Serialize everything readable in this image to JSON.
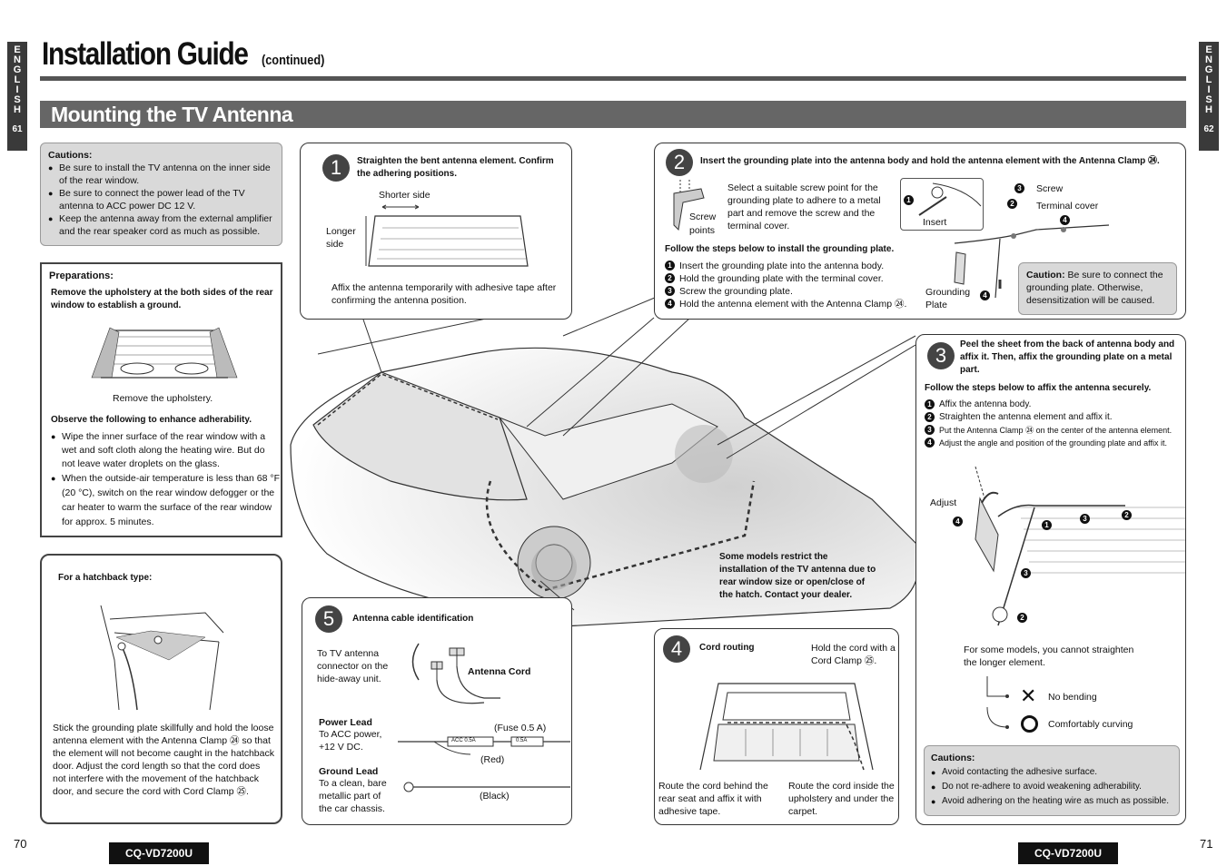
{
  "side_tab": {
    "lang_letters": "E N G L I S H",
    "left_page": "61",
    "right_page": "62"
  },
  "header": {
    "title": "Installation Guide",
    "continued": "(continued)"
  },
  "section": {
    "title": "Mounting the TV Antenna"
  },
  "cautions_left": {
    "heading": "Cautions:",
    "items": [
      "Be sure to install the TV antenna on the inner side of the rear window.",
      "Be sure to connect the power lead of the TV antenna to ACC power DC 12 V.",
      "Keep the antenna away from the external amplifier and the rear speaker cord as much as possible."
    ]
  },
  "preparations": {
    "heading": "Preparations:",
    "intro": "Remove the upholstery at the both sides of the rear window to establish a ground.",
    "figure_caption": "Remove the upholstery.",
    "observe_heading": "Observe the following to enhance adherability.",
    "items": [
      "Wipe the inner surface of the rear window with a wet and soft cloth along the heating wire. But do not leave water droplets on the glass.",
      "When the outside-air temperature is less than 68 °F (20 °C), switch on the rear window defogger or the car heater to warm the surface of the rear window for approx. 5 minutes."
    ]
  },
  "hatchback": {
    "heading": "For a hatchback type:",
    "text": "Stick the grounding plate skillfully and hold the loose antenna element with the Antenna Clamp ㉔ so that the element will not become caught in the hatchback door. Adjust the cord length so that the cord does not interfere with the movement of the hatchback door, and secure the cord with Cord Clamp ㉕."
  },
  "step1": {
    "number": "1",
    "heading": "Straighten the bent antenna element. Confirm the adhering positions.",
    "shorter_side": "Shorter side",
    "longer_side": "Longer side",
    "text": "Affix the antenna temporarily with adhesive tape after confirming the antenna position."
  },
  "step2": {
    "number": "2",
    "heading": "Insert the grounding plate into the antenna body and hold the antenna element with the Antenna Clamp ㉔.",
    "screw_points": "Screw points",
    "select_text": "Select a suitable screw point for the grounding plate to adhere to a metal part and remove the screw and the terminal cover.",
    "follow": "Follow the steps below to install the grounding plate.",
    "steps": [
      "Insert the grounding plate into the antenna body.",
      "Hold the grounding plate with the terminal cover.",
      "Screw the grounding plate.",
      "Hold the antenna element with the Antenna Clamp ㉔."
    ],
    "label_insert": "Insert",
    "label_screw": "Screw",
    "label_terminal_cover": "Terminal cover",
    "label_grounding_plate": "Grounding Plate",
    "caution_head": "Caution:",
    "caution_text": "Be sure to connect the grounding plate. Otherwise, desensitization will be caused."
  },
  "step3": {
    "number": "3",
    "heading": "Peel the sheet from the back of antenna body and affix it. Then, affix the grounding plate on a metal part.",
    "follow": "Follow the steps below to affix the antenna securely.",
    "steps": [
      "Affix the antenna body.",
      "Straighten the antenna element and affix it.",
      "Put the Antenna Clamp ㉔ on the center of the antenna element.",
      "Adjust the angle and position of the grounding plate and affix it."
    ],
    "adjust": "Adjust",
    "models_note": "For some models, you cannot straighten the longer element.",
    "no_bending": "No bending",
    "comfortably": "Comfortably curving"
  },
  "cautions_right": {
    "heading": "Cautions:",
    "items": [
      "Avoid contacting the adhesive surface.",
      "Do not re-adhere to avoid weakening adherability.",
      "Avoid adhering on the heating wire as much as possible."
    ]
  },
  "models_restrict": "Some models restrict the installation of the TV antenna due to rear window size or open/close of the hatch. Contact your dealer.",
  "step5": {
    "number": "5",
    "heading": "Antenna cable identification",
    "to_tv": "To TV antenna connector on the hide-away unit.",
    "antenna_cord": "Antenna Cord",
    "power_lead": "Power Lead",
    "power_text": "To ACC power, +12 V DC.",
    "fuse": "(Fuse 0.5 A)",
    "red": "(Red)",
    "ground_lead": "Ground Lead",
    "ground_text": "To a clean, bare metallic part of the car chassis.",
    "black": "(Black)",
    "acc_label": "ACC 0.5A",
    "fuse_label": "0.5A"
  },
  "step4": {
    "number": "4",
    "heading": "Cord routing",
    "hold_text": "Hold the cord with a Cord Clamp ㉕.",
    "route_behind": "Route the cord behind the rear seat and affix it with adhesive tape.",
    "route_inside": "Route the cord inside the upholstery and under the carpet."
  },
  "footer": {
    "left_page": "70",
    "right_page": "71",
    "model": "CQ-VD7200U"
  },
  "icons": [
    "cross-icon",
    "circle-icon",
    "circled-number-icon"
  ]
}
